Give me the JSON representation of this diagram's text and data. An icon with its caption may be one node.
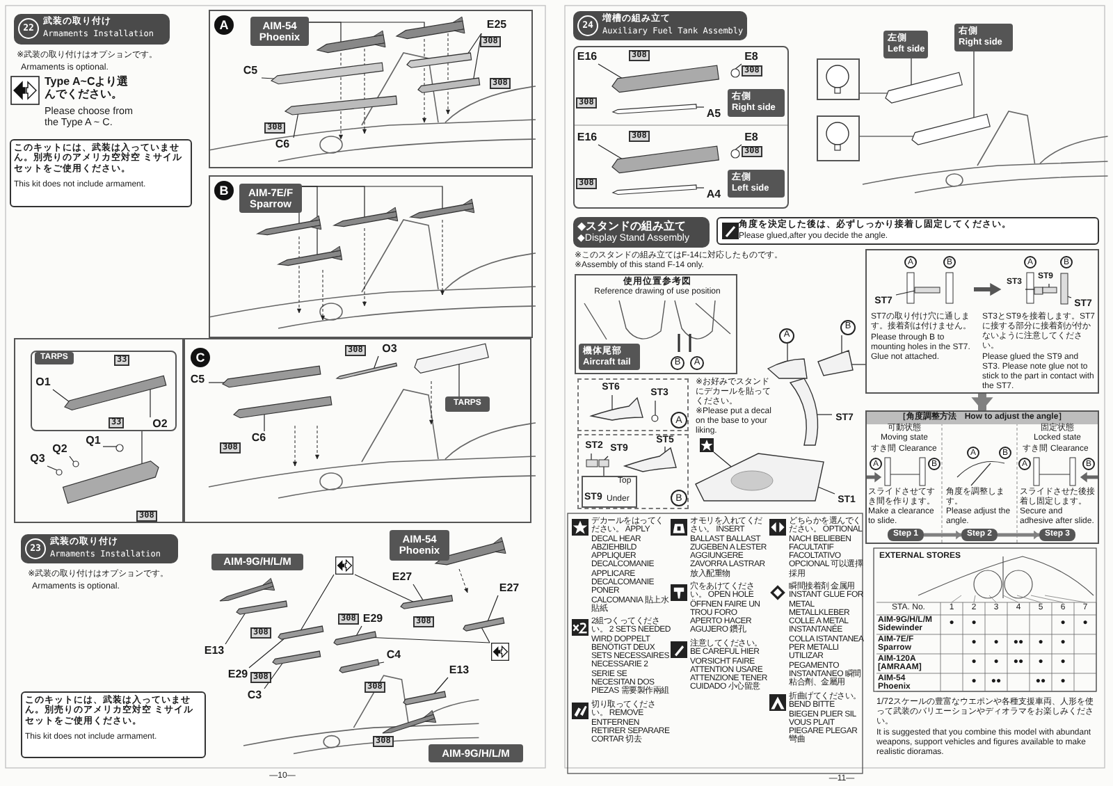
{
  "diagram": {
    "nodes": [
      {
        "text": [
          "22",
          "武装の取り付け",
          "Armaments Installation"
        ]
      },
      {
        "text": [
          "このキットには、武装は入っていません。別売りのアメリカ空対空 ミサイルセットをご使用ください。",
          "This kit does not include armament."
        ]
      },
      {
        "text": [
          "A"
        ]
      },
      {
        "text": [
          "AIM-54 Phoenix"
        ],
        "in": 2
      },
      {
        "text": [
          "C5"
        ],
        "in": 2
      },
      {
        "text": [
          "C6"
        ],
        "in": 2
      },
      {
        "text": [
          "E25"
        ],
        "in": 2
      },
      {
        "text": [
          "B"
        ]
      },
      {
        "text": [
          "AIM-7E/F Sparrow"
        ],
        "in": 7
      },
      {
        "text": [],
        "shape": "box"
      },
      {
        "text": [],
        "shape": "box",
        "in": 9
      },
      {
        "text": [
          "TARPS"
        ],
        "in": 10
      },
      {
        "text": [
          "O1"
        ],
        "in": 10
      },
      {
        "text": [
          "O2"
        ],
        "in": 10
      },
      {
        "text": [
          "Q1"
        ],
        "in": 9
      },
      {
        "text": [
          "Q2"
        ],
        "in": 9
      },
      {
        "text": [
          "Q3"
        ],
        "in": 9
      },
      {
        "text": [
          "C"
        ]
      },
      {
        "text": [
          "O3"
        ],
        "in": 17
      },
      {
        "text": [
          "C5"
        ],
        "in": 17
      },
      {
        "text": [
          "C6"
        ],
        "in": 17
      },
      {
        "text": [
          "TARPS"
        ],
        "in": 17
      },
      {
        "text": [
          "23",
          "武装の取り付け",
          "Armaments Installation"
        ]
      },
      {
        "text": [
          "このキットには、武装は入っていません。別売りのアメリカ空対空 ミサイルセットをご使用ください。",
          "This kit does not include armament."
        ]
      },
      {
        "text": [
          "AIM-9G/H/L/M"
        ]
      },
      {
        "text": [],
        "shape": "picture"
      },
      {
        "text": [
          "AIM-54 Phoenix"
        ]
      },
      {
        "text": [
          "E27"
        ]
      },
      {
        "text": [
          "E27"
        ]
      },
      {
        "text": [],
        "shape": "picture"
      },
      {
        "text": [
          "E13"
        ]
      },
      {
        "text": [
          "E29"
        ]
      },
      {
        "text": [
          "E29"
        ]
      },
      {
        "text": [
          "C4"
        ]
      },
      {
        "text": [
          "C3"
        ]
      },
      {
        "text": [
          "E13"
        ]
      },
      {
        "text": [
          "AIM-9G/H/L/M"
        ]
      },
      {
        "text": [
          "24",
          "増槽の組み立て",
          "Auxiliary Fuel Tank Assembly"
        ]
      },
      {
        "text": [],
        "shape": "box"
      },
      {
        "text": [
          "E16"
        ],
        "in": 38
      },
      {
        "text": [
          "E8"
        ],
        "in": 38
      },
      {
        "text": [
          "A5"
        ],
        "in": 38
      },
      {
        "text": [
          "右側",
          "Right side"
        ],
        "in": 38
      },
      {
        "text": [
          "E16"
        ],
        "in": 38
      },
      {
        "text": [
          "E8"
        ],
        "in": 38
      },
      {
        "text": [
          "A4"
        ],
        "in": 38
      },
      {
        "text": [
          "左側",
          "Left side"
        ],
        "in": 38
      },
      {
        "text": [
          "左側",
          "Left side"
        ]
      },
      {
        "text": [
          "右側",
          "Right side"
        ]
      },
      {
        "text": [],
        "shape": "box"
      },
      {
        "text": [],
        "shape": "box"
      },
      {
        "text": [
          "◆スタンドの組み立て",
          "◆Display Stand Assembly"
        ]
      },
      {
        "text": [
          "角度を決定した後は、必ずしっかり接着し固定してください。",
          "Please glued,after you decide the angle."
        ]
      },
      {
        "text": [
          "使用位置参考図",
          "Reference drawing of use position"
        ]
      },
      {
        "text": [
          "機体尾部",
          "Aircraft tail"
        ],
        "in": 53
      },
      {
        "text": [
          "A"
        ]
      },
      {
        "text": [
          "ST6"
        ],
        "in": 55
      },
      {
        "text": [
          "ST3"
        ],
        "in": 55
      },
      {
        "text": [
          "B"
        ]
      },
      {
        "text": [
          "ST2"
        ],
        "in": 58
      },
      {
        "text": [
          "ST9"
        ],
        "in": 58
      },
      {
        "text": [
          "ST5"
        ],
        "in": 58
      },
      {
        "text": [
          "Top",
          "ST9",
          "Under"
        ],
        "in": 58
      },
      {
        "text": [
          "A"
        ]
      },
      {
        "text": [
          "B"
        ]
      },
      {
        "text": [
          "ST7"
        ]
      },
      {
        "text": [
          "ST1"
        ]
      },
      {
        "text": [],
        "shape": "picture"
      },
      {
        "text": [],
        "shape": "box"
      },
      {
        "text": [
          "ST7"
        ],
        "in": 68
      },
      {
        "text": [
          "ST3"
        ],
        "in": 68
      },
      {
        "text": [
          "ST9"
        ],
        "in": 68
      },
      {
        "text": [
          "ST7"
        ],
        "in": 68
      },
      {
        "text": [
          "［角度調整方法　How to adjust the angle］"
        ]
      },
      {
        "text": [
          "Step 1"
        ],
        "in": 73
      },
      {
        "text": [
          "Step 2"
        ],
        "in": 73
      },
      {
        "text": [
          "Step 3"
        ],
        "in": 73
      },
      {
        "text": [],
        "shape": "picture",
        "in": 2
      },
      {
        "text": [],
        "shape": "picture",
        "in": 2
      },
      {
        "text": [],
        "shape": "picture",
        "in": 2
      },
      {
        "text": [],
        "shape": "picture",
        "in": 2
      },
      {
        "text": [],
        "shape": "picture",
        "in": 2
      },
      {
        "text": [],
        "shape": "picture",
        "in": 2
      },
      {
        "text": [],
        "shape": "picture",
        "in": 7
      },
      {
        "text": [],
        "shape": "picture",
        "in": 7
      },
      {
        "text": [],
        "shape": "picture",
        "in": 7
      },
      {
        "text": [],
        "shape": "picture",
        "in": 7
      },
      {
        "text": [],
        "shape": "picture",
        "in": 10
      },
      {
        "text": [],
        "shape": "picture",
        "in": 9
      },
      {
        "text": [],
        "shape": "circle",
        "in": 9
      },
      {
        "text": [],
        "shape": "circle",
        "in": 9
      },
      {
        "text": [],
        "shape": "circle",
        "in": 9
      },
      {
        "text": [],
        "shape": "picture",
        "in": 17
      },
      {
        "text": [],
        "shape": "picture",
        "in": 17
      },
      {
        "text": [],
        "shape": "picture",
        "in": 17
      },
      {
        "text": [],
        "shape": "picture",
        "in": 17
      },
      {
        "text": [],
        "shape": "picture"
      },
      {
        "text": [],
        "shape": "picture"
      },
      {
        "text": [],
        "shape": "picture"
      },
      {
        "text": [],
        "shape": "picture"
      },
      {
        "text": [],
        "shape": "picture"
      },
      {
        "text": [],
        "shape": "picture"
      },
      {
        "text": [],
        "shape": "picture"
      },
      {
        "text": [],
        "shape": "picture"
      },
      {
        "text": [],
        "shape": "picture",
        "in": 38
      },
      {
        "text": [],
        "shape": "circle",
        "in": 38
      },
      {
        "text": [],
        "shape": "picture",
        "in": 38
      },
      {
        "text": [],
        "shape": "picture",
        "in": 38
      },
      {
        "text": [],
        "shape": "circle",
        "in": 38
      },
      {
        "text": [],
        "shape": "picture",
        "in": 38
      },
      {
        "text": [],
        "shape": "picture"
      },
      {
        "text": [],
        "shape": "picture"
      },
      {
        "text": [],
        "shape": "picture",
        "in": 55
      },
      {
        "text": [],
        "shape": "circle",
        "in": 55
      },
      {
        "text": [],
        "shape": "box",
        "in": 58
      },
      {
        "text": [],
        "shape": "box",
        "in": 58
      },
      {
        "text": [],
        "shape": "picture",
        "in": 58
      },
      {
        "text": [],
        "shape": "picture"
      },
      {
        "text": [],
        "shape": "picture"
      },
      {
        "text": [],
        "shape": "picture"
      },
      {
        "text": [],
        "shape": "picture"
      },
      {
        "text": [],
        "shape": "circle",
        "in": 120
      },
      {
        "text": [],
        "shape": "box",
        "in": 68
      },
      {
        "text": [],
        "shape": "box",
        "in": 68
      },
      {
        "text": [],
        "shape": "box",
        "in": 68
      },
      {
        "text": [],
        "shape": "box",
        "in": 68
      },
      {
        "text": [
          "B"
        ],
        "in": 53
      },
      {
        "text": [
          "A"
        ],
        "in": 53
      }
    ],
    "edges": [
      {
        "from": 3,
        "to": 77,
        "arrow": "none"
      },
      {
        "from": 3,
        "to": 78,
        "arrow": "none"
      },
      {
        "from": 4,
        "to": 79,
        "arrow": "none"
      },
      {
        "from": 5,
        "to": 80,
        "arrow": "none"
      },
      {
        "from": 6,
        "to": 81,
        "arrow": "none"
      },
      {
        "from": 6,
        "to": 82,
        "arrow": "none"
      },
      {
        "from": 8,
        "to": 83,
        "arrow": "none"
      },
      {
        "from": 8,
        "to": 84,
        "arrow": "none"
      },
      {
        "from": 8,
        "to": 85,
        "arrow": "none"
      },
      {
        "from": 8,
        "to": 86,
        "arrow": "none"
      },
      {
        "from": 10,
        "to": 88,
        "arrow": "none"
      },
      {
        "from": 12,
        "to": 87,
        "arrow": "none"
      },
      {
        "from": 13,
        "to": 87,
        "arrow": "none"
      },
      {
        "from": 14,
        "to": 89,
        "arrow": "none"
      },
      {
        "from": 15,
        "to": 90,
        "arrow": "none"
      },
      {
        "from": 16,
        "to": 91,
        "arrow": "none"
      },
      {
        "from": 18,
        "to": 94,
        "arrow": "none"
      },
      {
        "from": 19,
        "to": 92,
        "arrow": "none"
      },
      {
        "from": 20,
        "to": 93,
        "arrow": "none"
      },
      {
        "from": 21,
        "to": 95,
        "arrow": "none"
      },
      {
        "from": 25,
        "to": 98,
        "arrow": "none"
      },
      {
        "from": 25,
        "to": 101,
        "arrow": "none"
      },
      {
        "from": 27,
        "to": 101,
        "arrow": "none"
      },
      {
        "from": 28,
        "to": 102,
        "arrow": "none"
      },
      {
        "from": 29,
        "to": 102,
        "arrow": "none"
      },
      {
        "from": 29,
        "to": 97,
        "arrow": "none"
      },
      {
        "from": 30,
        "to": 96,
        "arrow": "none"
      },
      {
        "from": 31,
        "to": 97,
        "arrow": "none"
      },
      {
        "from": 32,
        "to": 98,
        "arrow": "none"
      },
      {
        "from": 33,
        "to": 100,
        "arrow": "none"
      },
      {
        "from": 34,
        "to": 99,
        "arrow": "none"
      },
      {
        "from": 35,
        "to": 103,
        "arrow": "none"
      },
      {
        "from": 39,
        "to": 104,
        "arrow": "none"
      },
      {
        "from": 40,
        "to": 105,
        "arrow": "none"
      },
      {
        "from": 41,
        "to": 106,
        "arrow": "none"
      },
      {
        "from": 43,
        "to": 107,
        "arrow": "none"
      },
      {
        "from": 44,
        "to": 108,
        "arrow": "none"
      },
      {
        "from": 45,
        "to": 109,
        "arrow": "none"
      },
      {
        "from": 47,
        "to": 110,
        "arrow": "none"
      },
      {
        "from": 48,
        "to": 111,
        "arrow": "none"
      },
      {
        "from": 49,
        "to": 110,
        "arrow": "none"
      },
      {
        "from": 50,
        "to": 111,
        "arrow": "none"
      },
      {
        "from": 56,
        "to": 112,
        "arrow": "none"
      },
      {
        "from": 57,
        "to": 113,
        "arrow": "none"
      },
      {
        "from": 59,
        "to": 114,
        "arrow": "none"
      },
      {
        "from": 60,
        "to": 115,
        "arrow": "none"
      },
      {
        "from": 61,
        "to": 116,
        "arrow": "none"
      },
      {
        "from": 62,
        "to": 115,
        "arrow": "none"
      },
      {
        "from": 63,
        "to": 117,
        "arrow": "none"
      },
      {
        "from": 64,
        "to": 118,
        "arrow": "none"
      },
      {
        "from": 65,
        "to": 119,
        "arrow": "none"
      },
      {
        "from": 66,
        "to": 120,
        "arrow": "none"
      },
      {
        "from": 67,
        "to": 121,
        "arrow": "none"
      },
      {
        "from": 68,
        "to": 118,
        "arrow": "none"
      },
      {
        "from": 69,
        "to": 122,
        "arrow": "none"
      },
      {
        "from": 70,
        "to": 123,
        "arrow": "none"
      },
      {
        "from": 71,
        "to": 124,
        "arrow": "none"
      },
      {
        "from": 72,
        "to": 125,
        "arrow": "none"
      },
      {
        "from": 68,
        "to": 73,
        "arrow": "to",
        "style": "thick",
        "color": "#808080"
      },
      {
        "from": 74,
        "to": 75,
        "arrow": "to",
        "style": "thick",
        "color": "#808080"
      },
      {
        "from": 75,
        "to": 76,
        "arrow": "to",
        "style": "thick",
        "color": "#808080"
      }
    ],
    "labels": [
      "※武装の取り付けはオプションです。",
      "Armaments is optional.",
      "Type A~Cより選んでください。",
      "Please choose from the Type A ~ C.",
      "308",
      "308",
      "308",
      "33",
      "33",
      "308",
      "308",
      "308",
      "※武装の取り付けはオプションです。",
      "Armaments is optional.",
      "308",
      "308",
      "308",
      "308",
      "308",
      "308",
      "—10—",
      "308",
      "308",
      "308",
      "308",
      "308",
      "308",
      "※このスタンドの組み立てはF-14に対応したものです。",
      "※Assembly of this stand F-14 only.",
      "※お好みでスタンドにデカールを貼ってください。",
      "※Please put a decal on the base to your liking.",
      "A",
      "B",
      "A",
      "B",
      "ST7の取り付け穴に通します。接着剤は付けません。",
      "Please through B to mounting holes in the ST7. Glue not attached.",
      "ST3とST9を接着します。ST7に接する部分に接着剤が付かないように注意してください。",
      "Please glued the ST9 and ST3. Please note glue not to stick to the part in contact with the ST7.",
      "可動状態",
      "Moving state",
      "すき間",
      "Clearance",
      "A",
      "B",
      "スライドさせてすき間を作ります。",
      "Make a clearance to slide.",
      "A",
      "B",
      "角度を調整します。",
      "Please adjust the angle.",
      "固定状態",
      "Locked state",
      "すき間",
      "Clearance",
      "A",
      "B",
      "スライドさせた後接着し固定します。",
      "Secure and adhesive after slide.",
      "EXTERNAL STORES",
      "STA. No.",
      "1",
      "2",
      "3",
      "4",
      "5",
      "6",
      "7",
      "AIM-9G/H/L/M Sidewinder",
      "●",
      "●",
      "●",
      "●",
      "AIM-7E/F Sparrow",
      "●",
      "●",
      "●●",
      "●",
      "●",
      "AIM-120A [AMRAAM]",
      "●",
      "●",
      "●●",
      "●",
      "●",
      "AIM-54 Phoenix",
      "●",
      "●●",
      "●●",
      "●",
      "1/72スケールの豊富なウエポンや各種支援車両、人形を使って武装のバリエーションやディオラマをお楽しみください。",
      "It is suggested that you combine this model with abundant weapons, support vehicles and figures available to make realistic dioramas.",
      "—11—"
    ],
    "legend": [
      {
        "text": "デカールをはってください。 APPLY DECAL HEAR ABZIEHBILD APPLIQUER DECALCOMANIE APPLICARE DECALCOMANIE PONER CALCOMANIA 貼上水貼紙"
      },
      {
        "text": "2組つくってください。 2 SETS NEEDED WIRD DOPPELT BENÖTIGT DEUX SETS NECESSAIRES NECESSARIE 2 SERIE SE NECESITAN DOS PIEZAS 需要製作兩組"
      },
      {
        "text": "切り取ってください。 REMOVE ENTFERNEN RETIRER SEPARARE CORTAR 切去"
      },
      {
        "text": "オモリを入れてください。 INSERT BALLAST BALLAST ZUGEBEN A LESTER AGGIUNGERE ZAVORRA LASTRAR 放入配重物"
      },
      {
        "text": "穴をあけてください。 OPEN HOLE ÖFFNEN FAIRE UN TROU FORO APERTO HACER AGUJERO 鑽孔"
      },
      {
        "text": "注意してください。 BE CAREFUL HIER VORSICHT FAIRE ATTENTION USARE ATTENZIONE TENER CUIDADO 小心留意"
      },
      {
        "text": "どちらかを選んでください。 OPTIONAL NACH BELIEBEN FACULTATIF FACOLTATIVO OPCIONAL 可以選擇採用"
      },
      {
        "text": "瞬間接着剤 金属用 INSTANT GLUE FOR METAL METALLKLEBER COLLE A METAL INSTANTANÉE COLLA ISTANTANEA PER METALLI UTILIZAR PEGAMENTO INSTANTANEO 瞬間粘合劑、金屬用"
      },
      {
        "text": "折曲げてください。 BEND BITTE BIEGEN PLIER SIL VOUS PLAIT PIEGARE PLEGAR 彎曲"
      }
    ]
  }
}
